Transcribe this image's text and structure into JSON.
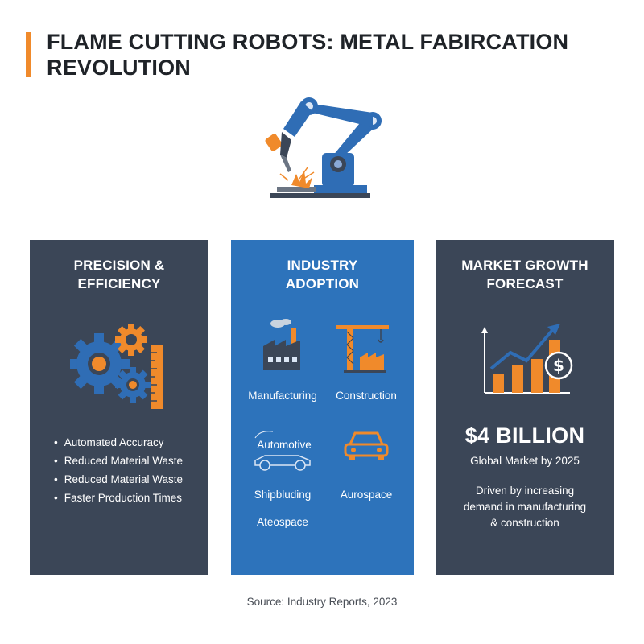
{
  "header": {
    "title": "FLAME CUTTING ROBOTS: METAL FABIRCATION REVOLUTION"
  },
  "colors": {
    "accent_orange": "#f08a2b",
    "dark_panel": "#3b4657",
    "blue_panel": "#2d73bb",
    "robot_blue": "#2f6db5"
  },
  "icons": {
    "hero": "robot-arm-flame-cutter-icon",
    "precision": "gears-ruler-icon",
    "manufacturing": "factory-icon",
    "construction": "crane-icon",
    "automotive": "car-chassis-icon",
    "aerospace": "car-icon",
    "market": "growth-chart-dollar-icon"
  },
  "panels": {
    "precision": {
      "heading_line1": "PRECISION &",
      "heading_line2": "EFFICIENCY",
      "bullets": [
        "Automated Accuracy",
        "Reduced Material Waste",
        "Reduced Material Waste",
        "Faster Production Times"
      ]
    },
    "industry": {
      "heading_line1": "INDUSTRY",
      "heading_line2": "ADOPTION",
      "items": {
        "manufacturing": "Manufacturing",
        "construction": "Construction",
        "automotive": "Automotive",
        "shipbuilding": "Shipbluding",
        "aurospace": "Aurospace",
        "ateospace": "Ateospace"
      }
    },
    "market": {
      "heading_line1": "MARKET GROWTH",
      "heading_line2": "FORECAST",
      "value": "$4 BILLION",
      "value_caption": "Global Market by 2025",
      "driver_line1": "Driven by increasing",
      "driver_line2": "demand in manufacturing",
      "driver_line3": "& construction"
    }
  },
  "footer": {
    "source": "Source: Industry Reports, 2023"
  }
}
